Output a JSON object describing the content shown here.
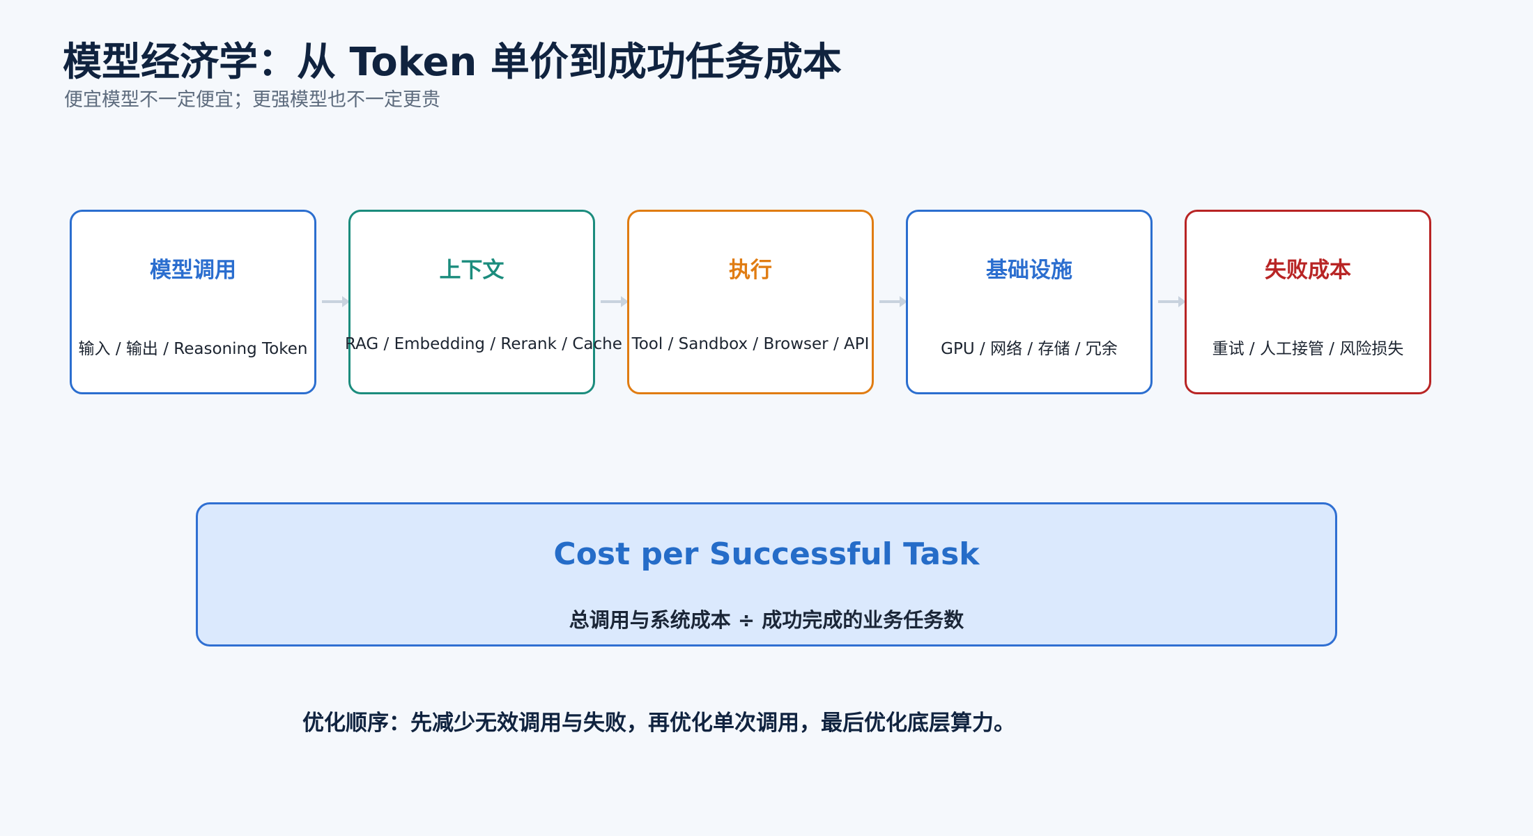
{
  "header": {
    "title": "模型经济学：从 Token 单价到成功任务成本",
    "subtitle": "便宜模型不一定便宜；更强模型也不一定更贵"
  },
  "steps": [
    {
      "title": "模型调用",
      "description": "输入 / 输出 / Reasoning Token",
      "color": "#2b6ecf"
    },
    {
      "title": "上下文",
      "description": "RAG / Embedding / Rerank / Cache",
      "color": "#1b8c7d"
    },
    {
      "title": "执行",
      "description": "Tool / Sandbox / Browser / API",
      "color": "#e07c12"
    },
    {
      "title": "基础设施",
      "description": "GPU / 网络 / 存储 / 冗余",
      "color": "#2b6ecf"
    },
    {
      "title": "失败成本",
      "description": "重试 / 人工接管 / 风险损失",
      "color": "#b82424"
    }
  ],
  "formula": {
    "title": "Cost per Successful Task",
    "subtitle": "总调用与系统成本 ÷ 成功完成的业务任务数"
  },
  "note": "优化顺序：先减少无效调用与失败，再优化单次调用，最后优化底层算力。"
}
